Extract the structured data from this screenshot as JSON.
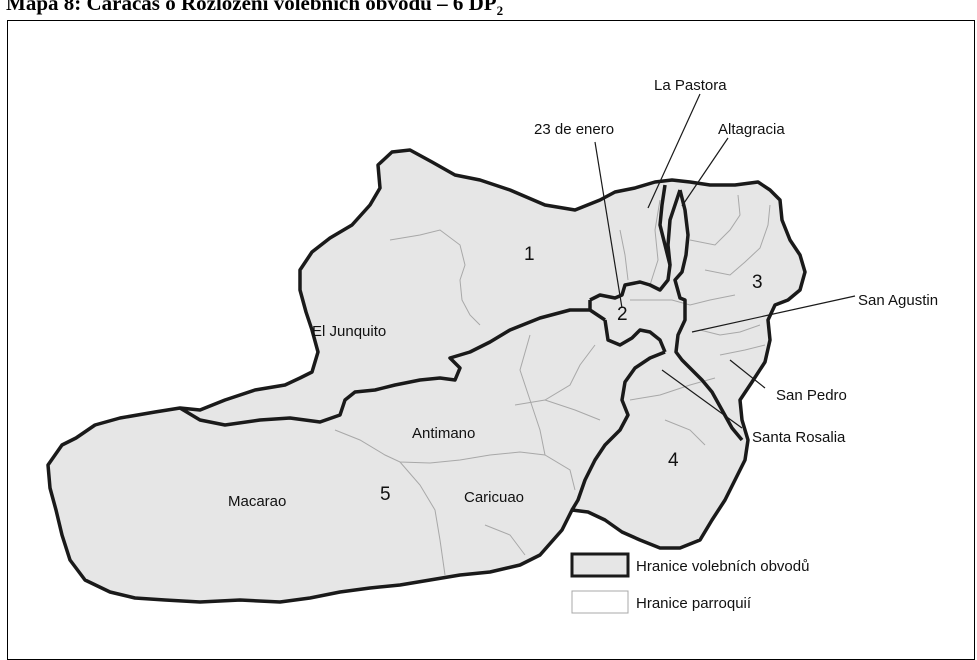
{
  "title": {
    "main": "Mapa 8: Caracas o Rozložení volebních obvodů – 6 DP",
    "subscript": "2"
  },
  "districts": [
    "1",
    "2",
    "3",
    "4",
    "5"
  ],
  "parishes": [
    "El Junquito",
    "Antimano",
    "Macarao",
    "Caricuao",
    "23 de enero",
    "La Pastora",
    "Altagracia",
    "San Agustin",
    "San Pedro",
    "Santa Rosalia"
  ],
  "legend": {
    "district_boundary": "Hranice volebních obvodů",
    "parish_boundary": "Hranice parroquií"
  },
  "colors": {
    "fill": "#e6e6e6",
    "stroke": "#1a1a1a",
    "parish_line": "#a8a8a8"
  }
}
